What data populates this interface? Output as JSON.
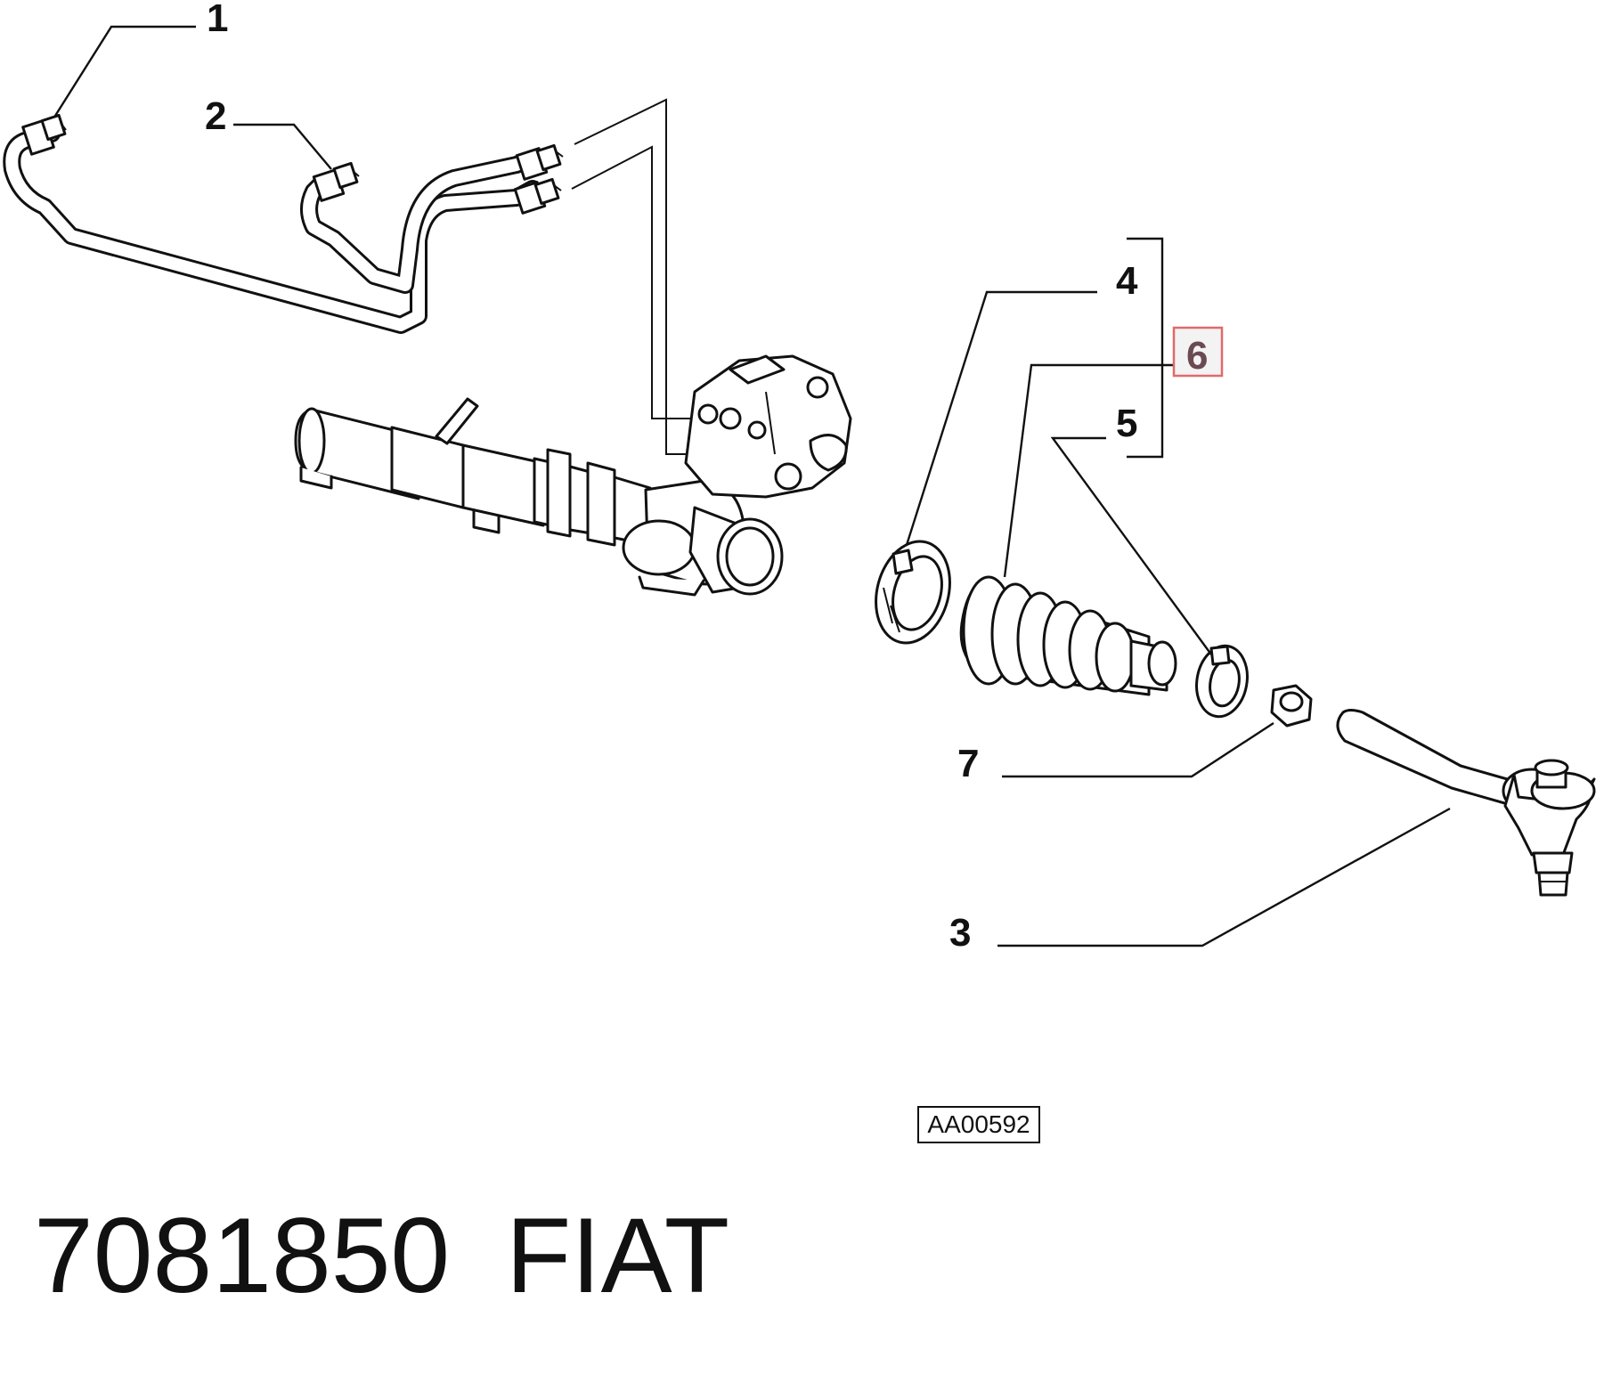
{
  "callouts": {
    "c1": "1",
    "c2": "2",
    "c3": "3",
    "c4": "4",
    "c5": "5",
    "c6": "6",
    "c7": "7"
  },
  "highlight": {
    "callout": "6",
    "box_color": "#e06a6a",
    "text_color": "#6b4a52"
  },
  "reference_code": "AA00592",
  "footer": {
    "part_number": "7081850",
    "brand": "FIAT"
  }
}
